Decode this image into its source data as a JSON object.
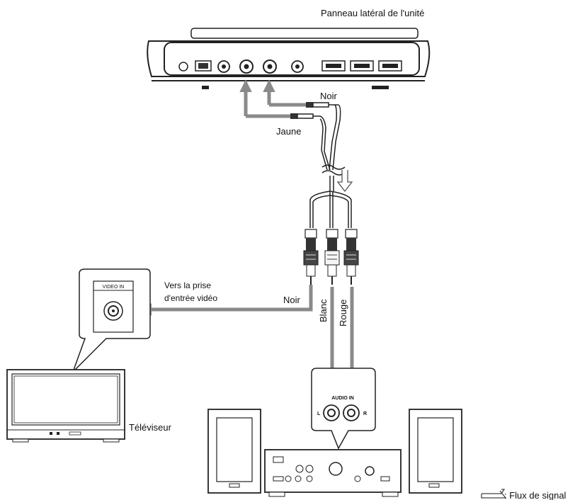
{
  "labels": {
    "unit_side_panel": "Panneau latéral de l'unité",
    "noir_top": "Noir",
    "jaune": "Jaune",
    "vers_line1": "Vers la prise",
    "vers_line2": "d'entrée vidéo",
    "noir_side": "Noir",
    "blanc": "Blanc",
    "rouge": "Rouge",
    "video_in": "VIDEO IN",
    "audio_in": "AUDIO IN",
    "audio_l": "L",
    "audio_r": "R",
    "televiseur": "Téléviseur",
    "flux_de_signal": ": Flux de signal"
  },
  "colors": {
    "stroke": "#222222",
    "signal_arrow": "#8a8a8a",
    "plug_dark": "#3a3a3a",
    "plug_light": "#f5f5f5"
  },
  "icons": {
    "signal_flow": "signal-flow-arrow-icon",
    "tv": "tv-icon",
    "amplifier": "amplifier-icon",
    "speaker": "speaker-icon"
  }
}
